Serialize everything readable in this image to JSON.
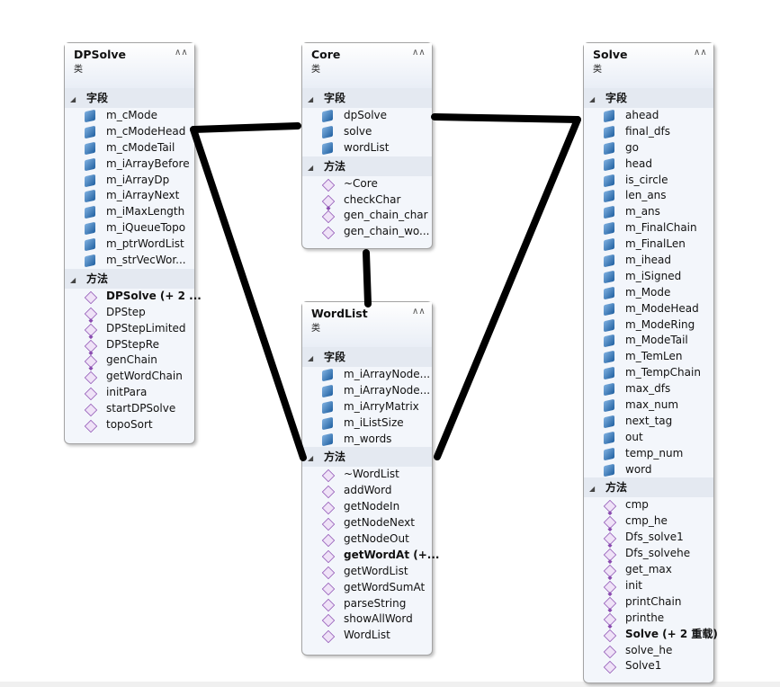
{
  "classes": {
    "dpsolve": {
      "name": "DPSolve",
      "glyph": "类",
      "fields_label": "字段",
      "methods_label": "方法",
      "fields": [
        "m_cMode",
        "m_cModeHead",
        "m_cModeTail",
        "m_iArrayBefore",
        "m_iArrayDp",
        "m_iArrayNext",
        "m_iMaxLength",
        "m_iQueueTopo",
        "m_ptrWordList",
        "m_strVecWor..."
      ],
      "methods": [
        "DPSolve (+ 2 ...",
        "DPStep",
        "DPStepLimited",
        "DPStepRe",
        "genChain",
        "getWordChain",
        "initPara",
        "startDPSolve",
        "topoSort"
      ]
    },
    "core": {
      "name": "Core",
      "glyph": "类",
      "fields_label": "字段",
      "methods_label": "方法",
      "fields": [
        "dpSolve",
        "solve",
        "wordList"
      ],
      "methods": [
        "~Core",
        "checkChar",
        "gen_chain_char",
        "gen_chain_wo..."
      ]
    },
    "wordlist": {
      "name": "WordList",
      "glyph": "类",
      "fields_label": "字段",
      "methods_label": "方法",
      "fields": [
        "m_iArrayNode...",
        "m_iArrayNode...",
        "m_iArryMatrix",
        "m_iListSize",
        "m_words"
      ],
      "methods": [
        "~WordList",
        "addWord",
        "getNodeIn",
        "getNodeNext",
        "getNodeOut",
        "getWordAt (+...",
        "getWordList",
        "getWordSumAt",
        "parseString",
        "showAllWord",
        "WordList"
      ]
    },
    "solve": {
      "name": "Solve",
      "glyph": "类",
      "fields_label": "字段",
      "methods_label": "方法",
      "fields": [
        "ahead",
        "final_dfs",
        "go",
        "head",
        "is_circle",
        "len_ans",
        "m_ans",
        "m_FinalChain",
        "m_FinalLen",
        "m_ihead",
        "m_iSigned",
        "m_Mode",
        "m_ModeHead",
        "m_ModeRing",
        "m_ModeTail",
        "m_TemLen",
        "m_TempChain",
        "max_dfs",
        "max_num",
        "next_tag",
        "out",
        "temp_num",
        "word"
      ],
      "methods": [
        "cmp",
        "cmp_he",
        "Dfs_solve1",
        "Dfs_solvehe",
        "get_max",
        "init",
        "printChain",
        "printhe",
        "Solve (+ 2 重载)",
        "solve_he",
        "Solve1"
      ]
    }
  }
}
